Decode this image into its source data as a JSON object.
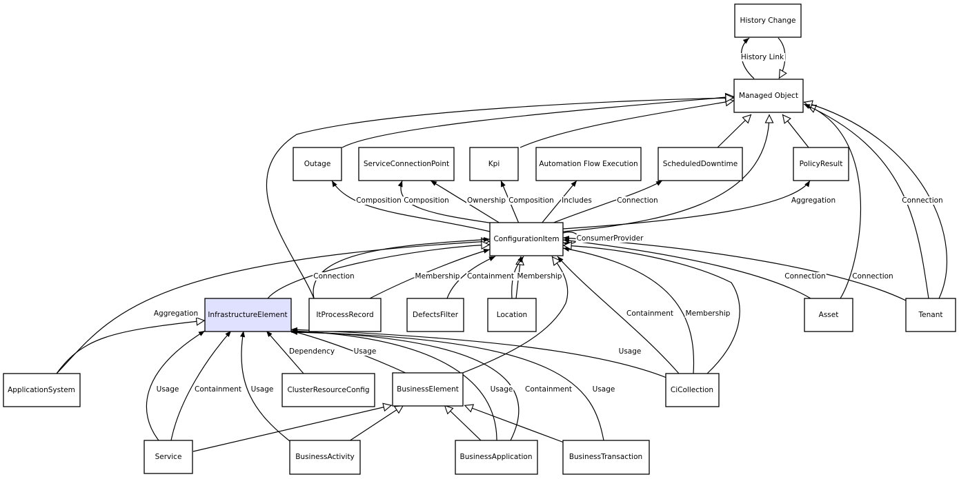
{
  "nodes": {
    "history_change": "History Change",
    "managed_object": "Managed Object",
    "outage": "Outage",
    "service_connection_point": "ServiceConnectionPoint",
    "kpi": "Kpi",
    "automation_flow_execution": "Automation Flow Execution",
    "scheduled_downtime": "ScheduledDowntime",
    "policy_result": "PolicyResult",
    "configuration_item": "ConfigurationItem",
    "infrastructure_element": "InfrastructureElement",
    "it_process_record": "ItProcessRecord",
    "defects_filter": "DefectsFilter",
    "location": "Location",
    "asset": "Asset",
    "tenant": "Tenant",
    "application_system": "ApplicationSystem",
    "cluster_resource_config": "ClusterResourceConfig",
    "business_element": "BusinessElement",
    "ci_collection": "CiCollection",
    "service": "Service",
    "business_activity": "BusinessActivity",
    "business_application": "BusinessApplication",
    "business_transaction": "BusinessTransaction"
  },
  "edge_labels": {
    "history_link": "History Link",
    "composition_outage": "Composition",
    "composition_scp": "Composition",
    "ownership": "Ownership",
    "composition_kpi": "Composition",
    "includes": "Includes",
    "connection_sd": "Connection",
    "aggregation_pr": "Aggregation",
    "consumer_provider": "ConsumerProvider",
    "aggregation_as": "Aggregation",
    "connection_ipr": "Connection",
    "membership_ipr": "Membership",
    "containment_df": "Containment",
    "membership_loc": "Membership",
    "containment_cc": "Containment",
    "membership_cc": "Membership",
    "connection_asset": "Connection",
    "connection_tenant": "Connection",
    "connection_tenant_mo": "Connection",
    "dependency": "Dependency",
    "usage_be": "Usage",
    "usage_cc": "Usage",
    "usage_service": "Usage",
    "containment_service": "Containment",
    "usage_ba": "Usage",
    "usage_bapp": "Usage",
    "containment_bapp": "Containment",
    "usage_bt": "Usage"
  },
  "colors": {
    "highlight_fill": "#e0e0ff",
    "line": "#000000",
    "background": "#ffffff"
  }
}
